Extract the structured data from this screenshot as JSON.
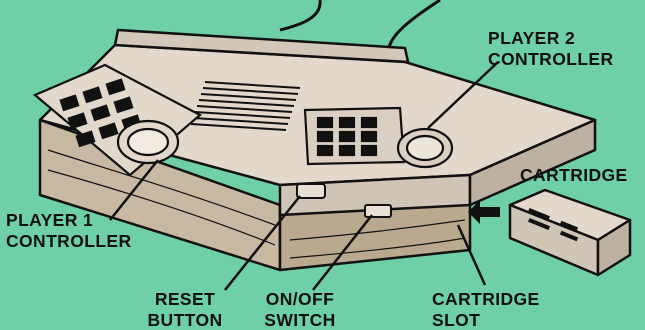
{
  "labels": {
    "player2": [
      "PLAYER 2",
      "CONTROLLER"
    ],
    "cartridge": [
      "CARTRIDGE"
    ],
    "player1": [
      "PLAYER 1",
      "CONTROLLER"
    ],
    "reset": [
      "RESET",
      "BUTTON"
    ],
    "onoff": [
      "ON/OFF",
      "SWITCH"
    ],
    "slot": [
      "CARTRIDGE",
      "SLOT"
    ]
  },
  "colors": {
    "background": "#6fcfa6",
    "line": "#111111",
    "console_top": "#d9d0c3",
    "console_front": "#c9bfb0",
    "wood": "#c7b9a2"
  }
}
